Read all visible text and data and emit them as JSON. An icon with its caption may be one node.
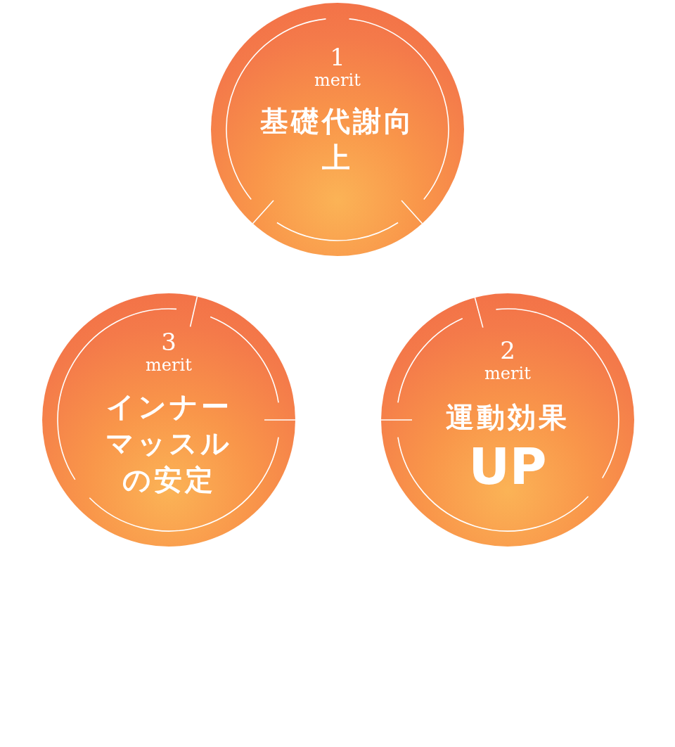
{
  "diagram": {
    "nodes": [
      {
        "text": [
          "1",
          "merit",
          "基礎代謝向上"
        ]
      },
      {
        "text": [
          "3",
          "merit",
          "インナーマッスルの安定"
        ]
      },
      {
        "text": [
          "2",
          "merit",
          "運動効果",
          "UP"
        ]
      }
    ]
  }
}
